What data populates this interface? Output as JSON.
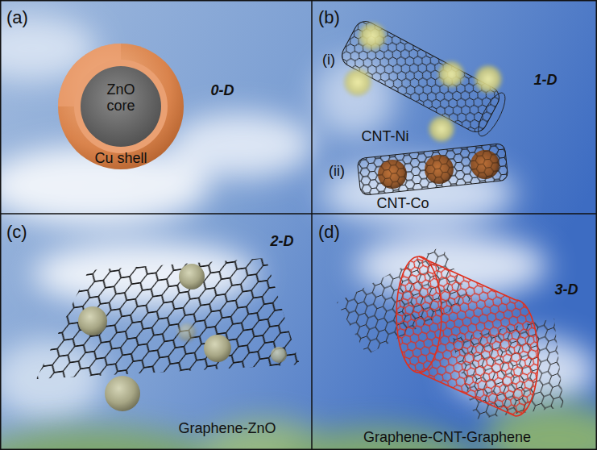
{
  "diagram": {
    "labels": [
      "(a)",
      "ZnO core",
      "Cu shell",
      "0-D",
      "(b)",
      "(i)",
      "CNT-Ni",
      "1-D",
      "(ii)",
      "CNT-Co",
      "(c)",
      "2-D",
      "Graphene-ZnO",
      "(d)",
      "3-D",
      "Graphene-CNT-Graphene"
    ]
  }
}
